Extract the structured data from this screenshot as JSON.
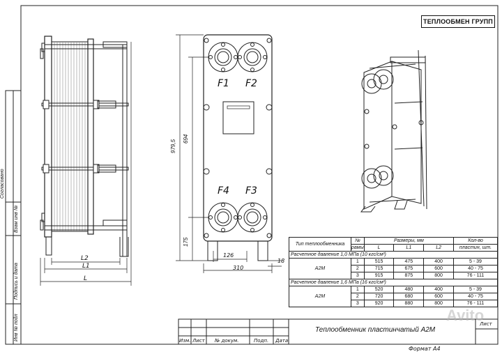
{
  "brand": "ТЕПЛООБМЕН ГРУПП",
  "flange_labels": {
    "f1": "F1",
    "f2": "F2",
    "f3": "F3",
    "f4": "F4"
  },
  "side_dims": {
    "l2": "L2",
    "l1": "L1",
    "l": "L"
  },
  "front_dims": {
    "total_height": "979,5",
    "port_spacing": "694",
    "bottom": "175",
    "port_width": "126",
    "width": "310",
    "foot": "18"
  },
  "left_stamp": {
    "agreed": "Согласовано",
    "replaces": "Взам инв №",
    "signdate": "Подпись и дата",
    "invno": "Инв № подл"
  },
  "spec_table": {
    "col_type": "Тип теплообменника",
    "col_frame_no": "№",
    "col_frame": "рамы",
    "col_sizes": "Размеры, мм",
    "col_L": "L",
    "col_L1": "L1",
    "col_L2": "L2",
    "col_count_1": "Кол-во",
    "col_count_2": "пластин, шт.",
    "group1": "Расчетное давление 1,0 МПа (10 кгс/см²)",
    "group2": "Расчетное давление 1,6 МПа (16 кгс/см²)",
    "model": "А2М",
    "rows1": [
      {
        "frame": "1",
        "L": "515",
        "L1": "475",
        "L2": "400",
        "plates": "5 - 39"
      },
      {
        "frame": "2",
        "L": "715",
        "L1": "675",
        "L2": "600",
        "plates": "40 - 75"
      },
      {
        "frame": "3",
        "L": "915",
        "L1": "875",
        "L2": "800",
        "plates": "76 - 111"
      }
    ],
    "rows2": [
      {
        "frame": "1",
        "L": "520",
        "L1": "480",
        "L2": "400",
        "plates": "5 - 39"
      },
      {
        "frame": "2",
        "L": "720",
        "L1": "680",
        "L2": "600",
        "plates": "40 - 75"
      },
      {
        "frame": "3",
        "L": "920",
        "L1": "880",
        "L2": "800",
        "plates": "76 - 111"
      }
    ]
  },
  "title_block": {
    "title": "Теплообменник пластинчатый А2М",
    "sheet": "Лист",
    "izm": "Изм.",
    "list": "Лист",
    "doc": "№ докум.",
    "sign": "Подп.",
    "date": "Дата",
    "format": "Формат А4"
  },
  "watermark": "Avito"
}
